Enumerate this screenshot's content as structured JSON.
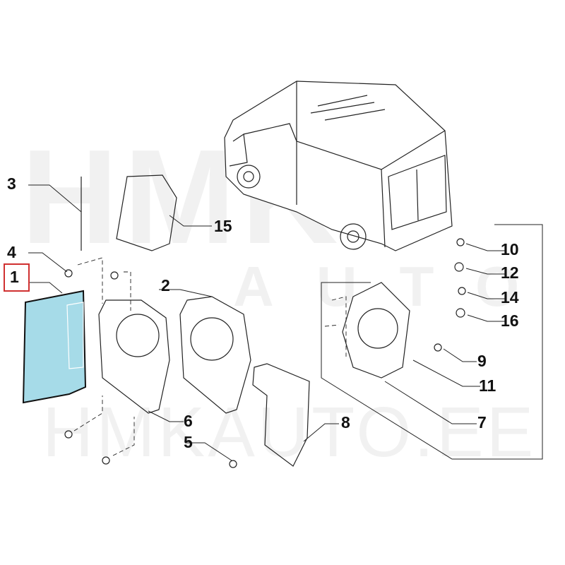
{
  "diagram": {
    "watermark_top": "HMK",
    "watermark_mid": "AUTO",
    "watermark_bottom": "HMKAUTO.EE",
    "highlight_color": "#d03030",
    "part_fill_color": "#a6dbe8",
    "callouts": [
      {
        "id": "3",
        "label": "3"
      },
      {
        "id": "15",
        "label": "15"
      },
      {
        "id": "4",
        "label": "4"
      },
      {
        "id": "1",
        "label": "1",
        "highlighted": true
      },
      {
        "id": "2",
        "label": "2"
      },
      {
        "id": "6",
        "label": "6"
      },
      {
        "id": "5",
        "label": "5"
      },
      {
        "id": "8",
        "label": "8"
      },
      {
        "id": "10",
        "label": "10"
      },
      {
        "id": "12",
        "label": "12"
      },
      {
        "id": "14",
        "label": "14"
      },
      {
        "id": "16",
        "label": "16"
      },
      {
        "id": "9",
        "label": "9"
      },
      {
        "id": "11",
        "label": "11"
      },
      {
        "id": "7",
        "label": "7"
      }
    ]
  }
}
